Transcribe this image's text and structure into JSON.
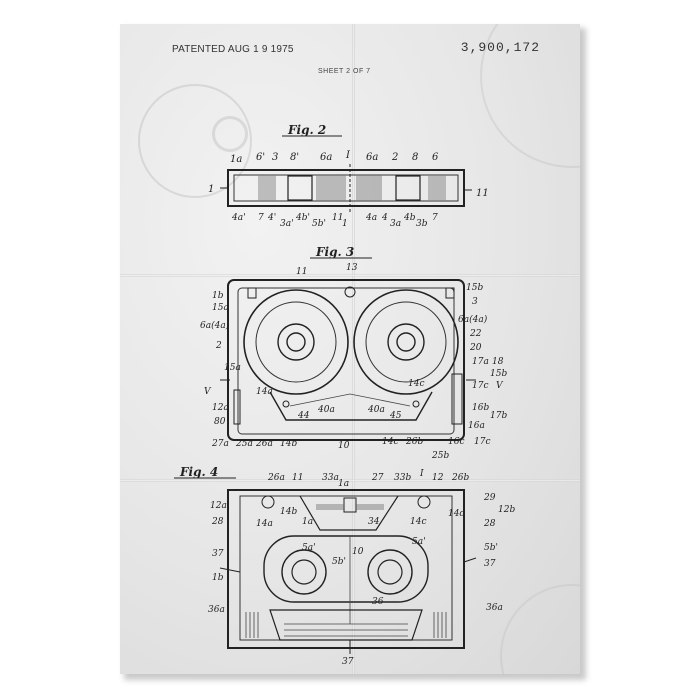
{
  "header": {
    "patented": "PATENTED AUG 1 9 1975",
    "patent_number": "3,900,172",
    "sheet": "SHEET 2 OF 7"
  },
  "figures": {
    "fig2": {
      "title": "Fig. 2",
      "labels": [
        "1a",
        "6'",
        "3",
        "8'",
        "6a",
        "I",
        "6a",
        "2",
        "8",
        "6",
        "1",
        "11",
        "4a'",
        "7",
        "4'",
        "3a'",
        "4b'",
        "5b'",
        "11",
        "1",
        "4a",
        "4",
        "3a",
        "4b",
        "3b",
        "7"
      ]
    },
    "fig3": {
      "title": "Fig. 3",
      "labels": [
        "11",
        "13",
        "1b",
        "15a",
        "6a(4a)",
        "2",
        "15a",
        "V",
        "12a",
        "80",
        "27a",
        "25a",
        "26a",
        "14b",
        "14a",
        "44",
        "40a",
        "10",
        "15b",
        "3",
        "6a(4a)",
        "22",
        "20",
        "17a",
        "18",
        "15b",
        "17c",
        "V",
        "16b",
        "17b",
        "16a",
        "14c",
        "26b",
        "16c",
        "17c",
        "25b",
        "14c",
        "40a",
        "45"
      ]
    },
    "fig4": {
      "title": "Fig. 4",
      "labels": [
        "26a",
        "11",
        "33a",
        "1a",
        "27",
        "33b",
        "I",
        "12",
        "26b",
        "12a",
        "28",
        "14a",
        "14b",
        "1a",
        "34",
        "14c",
        "14d",
        "29",
        "12b",
        "28",
        "37",
        "5a'",
        "5b'",
        "10",
        "5a'",
        "5b'",
        "37",
        "1b",
        "36a",
        "36",
        "36a",
        "37"
      ]
    }
  }
}
